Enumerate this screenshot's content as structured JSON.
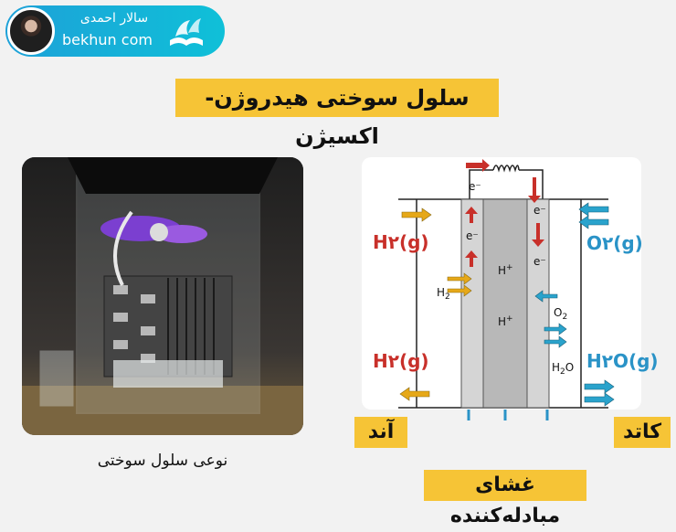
{
  "header": {
    "author_name": "سالار احمدی",
    "site": "bekhun com",
    "logo_icon": "book-logo-icon"
  },
  "title": "سلول سوختی هیدروژن-اکسیژن",
  "photo": {
    "caption": "نوعی سلول سوختی"
  },
  "diagram": {
    "anode_label": "آند",
    "cathode_label": "کاتد",
    "membrane_label": "غشای مبادله‌کننده",
    "h2_in": "H۲(g)",
    "h2_out": "H۲(g)",
    "o2_in": "O۲(g)",
    "h2o_out": "H۲O(g)",
    "electron": "e⁻",
    "h2_inside": "H",
    "h2_sub": "2",
    "o2_inside": "O",
    "o2_sub": "2",
    "h2o_inside": "H",
    "h2o_sub": "2",
    "h2o_o": "O",
    "proton": "H",
    "proton_sup": "+"
  },
  "colors": {
    "accent_blue": "#1da1d8",
    "title_yellow": "#f6c436",
    "anode_red": "#c8302a",
    "cathode_blue": "#2a93c7",
    "arrow_yellow": "#e6a818"
  }
}
